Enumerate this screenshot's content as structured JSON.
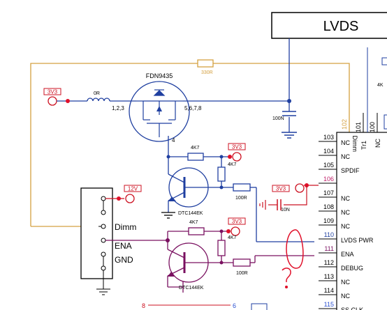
{
  "title_block": {
    "lvds": "LVDS",
    "rail_3v3": "3V3",
    "rail_12v": "12V"
  },
  "components": {
    "mosfet_name": "FDN9435",
    "mosfet_pin_left": "1,2,3",
    "mosfet_pin_right": "5,6,7,8",
    "mosfet_pin_gate": "4",
    "r_0r": "0R",
    "r_330r": "330R",
    "c_100n_top": "100N",
    "r_4k7_top_h": "4K7",
    "r_4k7_top_v": "4K7",
    "r_100r_top": "100R",
    "q_top": "DTC144EK",
    "c_10n": "10N",
    "r_4k7_bot_h": "4K7",
    "r_4k7_bot_v": "4K7",
    "r_100r_bot": "100R",
    "q_bot": "DTC144EK"
  },
  "connector": {
    "dimm": "Dimm",
    "ena": "ENA",
    "gnd": "GND"
  },
  "ic_pins": [
    {
      "num": "102",
      "label": ""
    },
    {
      "num": "103",
      "label": "NC"
    },
    {
      "num": "104",
      "label": "NC"
    },
    {
      "num": "105",
      "label": "SPDIF"
    },
    {
      "num": "106",
      "label": ""
    },
    {
      "num": "107",
      "label": "NC"
    },
    {
      "num": "108",
      "label": "NC"
    },
    {
      "num": "109",
      "label": "NC"
    },
    {
      "num": "110",
      "label": "LVDS PWR"
    },
    {
      "num": "111",
      "label": "ENA"
    },
    {
      "num": "112",
      "label": "DEBUG"
    },
    {
      "num": "113",
      "label": "NC"
    },
    {
      "num": "114",
      "label": "NC"
    },
    {
      "num": "115",
      "label": "SS CLK"
    }
  ],
  "ic_top_pins": {
    "p101": "101",
    "p100": "100",
    "tr1": "Tr1",
    "nc": "NC",
    "dimm_v": "Dimm"
  },
  "right_edge": {
    "label_4k": "4K"
  },
  "bottom": {
    "n8": "8",
    "n6": "6"
  },
  "colors": {
    "wire_blue": "#1f3fa0",
    "wire_orange": "#d4a040",
    "wire_purple": "#7a1060",
    "junction_red": "#e0102a",
    "power_red": "#cc1020",
    "pin_magenta": "#c0206a"
  }
}
